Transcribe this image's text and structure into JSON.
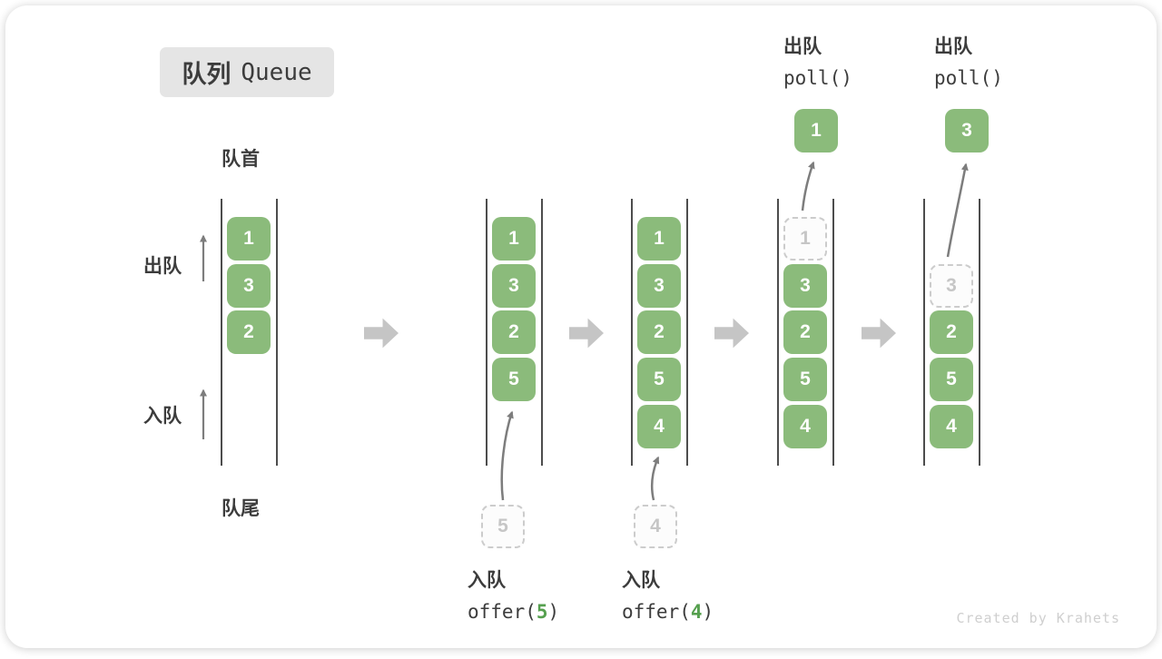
{
  "title": {
    "zh": "队列",
    "en": "Queue"
  },
  "labels": {
    "front": "队首",
    "rear": "队尾",
    "dequeue": "出队",
    "enqueue": "入队"
  },
  "queues": [
    {
      "name": "state-1",
      "slots": [
        {
          "row": 0,
          "value": "1",
          "type": "solid"
        },
        {
          "row": 1,
          "value": "3",
          "type": "solid"
        },
        {
          "row": 2,
          "value": "2",
          "type": "solid"
        }
      ]
    },
    {
      "name": "state-2-after-offer-5",
      "slots": [
        {
          "row": 0,
          "value": "1",
          "type": "solid"
        },
        {
          "row": 1,
          "value": "3",
          "type": "solid"
        },
        {
          "row": 2,
          "value": "2",
          "type": "solid"
        },
        {
          "row": 3,
          "value": "5",
          "type": "solid"
        }
      ]
    },
    {
      "name": "state-3-after-offer-4",
      "slots": [
        {
          "row": 0,
          "value": "1",
          "type": "solid"
        },
        {
          "row": 1,
          "value": "3",
          "type": "solid"
        },
        {
          "row": 2,
          "value": "2",
          "type": "solid"
        },
        {
          "row": 3,
          "value": "5",
          "type": "solid"
        },
        {
          "row": 4,
          "value": "4",
          "type": "solid"
        }
      ]
    },
    {
      "name": "state-4-poll-1",
      "slots": [
        {
          "row": 0,
          "value": "1",
          "type": "dashed"
        },
        {
          "row": 1,
          "value": "3",
          "type": "solid"
        },
        {
          "row": 2,
          "value": "2",
          "type": "solid"
        },
        {
          "row": 3,
          "value": "5",
          "type": "solid"
        },
        {
          "row": 4,
          "value": "4",
          "type": "solid"
        }
      ]
    },
    {
      "name": "state-5-poll-3",
      "slots": [
        {
          "row": 1,
          "value": "3",
          "type": "dashed"
        },
        {
          "row": 2,
          "value": "2",
          "type": "solid"
        },
        {
          "row": 3,
          "value": "5",
          "type": "solid"
        },
        {
          "row": 4,
          "value": "4",
          "type": "solid"
        }
      ]
    }
  ],
  "enqueue_ops": [
    {
      "label": "入队",
      "code_open": "offer(",
      "arg": "5",
      "code_close": ")",
      "incoming_value": "5"
    },
    {
      "label": "入队",
      "code_open": "offer(",
      "arg": "4",
      "code_close": ")",
      "incoming_value": "4"
    }
  ],
  "dequeue_ops": [
    {
      "label": "出队",
      "code": "poll()",
      "popped_value": "1"
    },
    {
      "label": "出队",
      "code": "poll()",
      "popped_value": "3"
    }
  ],
  "watermark": "Created by Krahets",
  "colors": {
    "element_green": "#8bbb7b",
    "code_arg_green": "#56a04f",
    "block_arrow_gray": "#c5c5c5",
    "thin_arrow_gray": "#7d7d7d",
    "text_dark": "#3c3c3c",
    "dashed_border": "#cccccc",
    "dashed_text": "#c6c6c6",
    "title_bg": "#e5e5e5",
    "watermark_gray": "#cfcfcf"
  }
}
